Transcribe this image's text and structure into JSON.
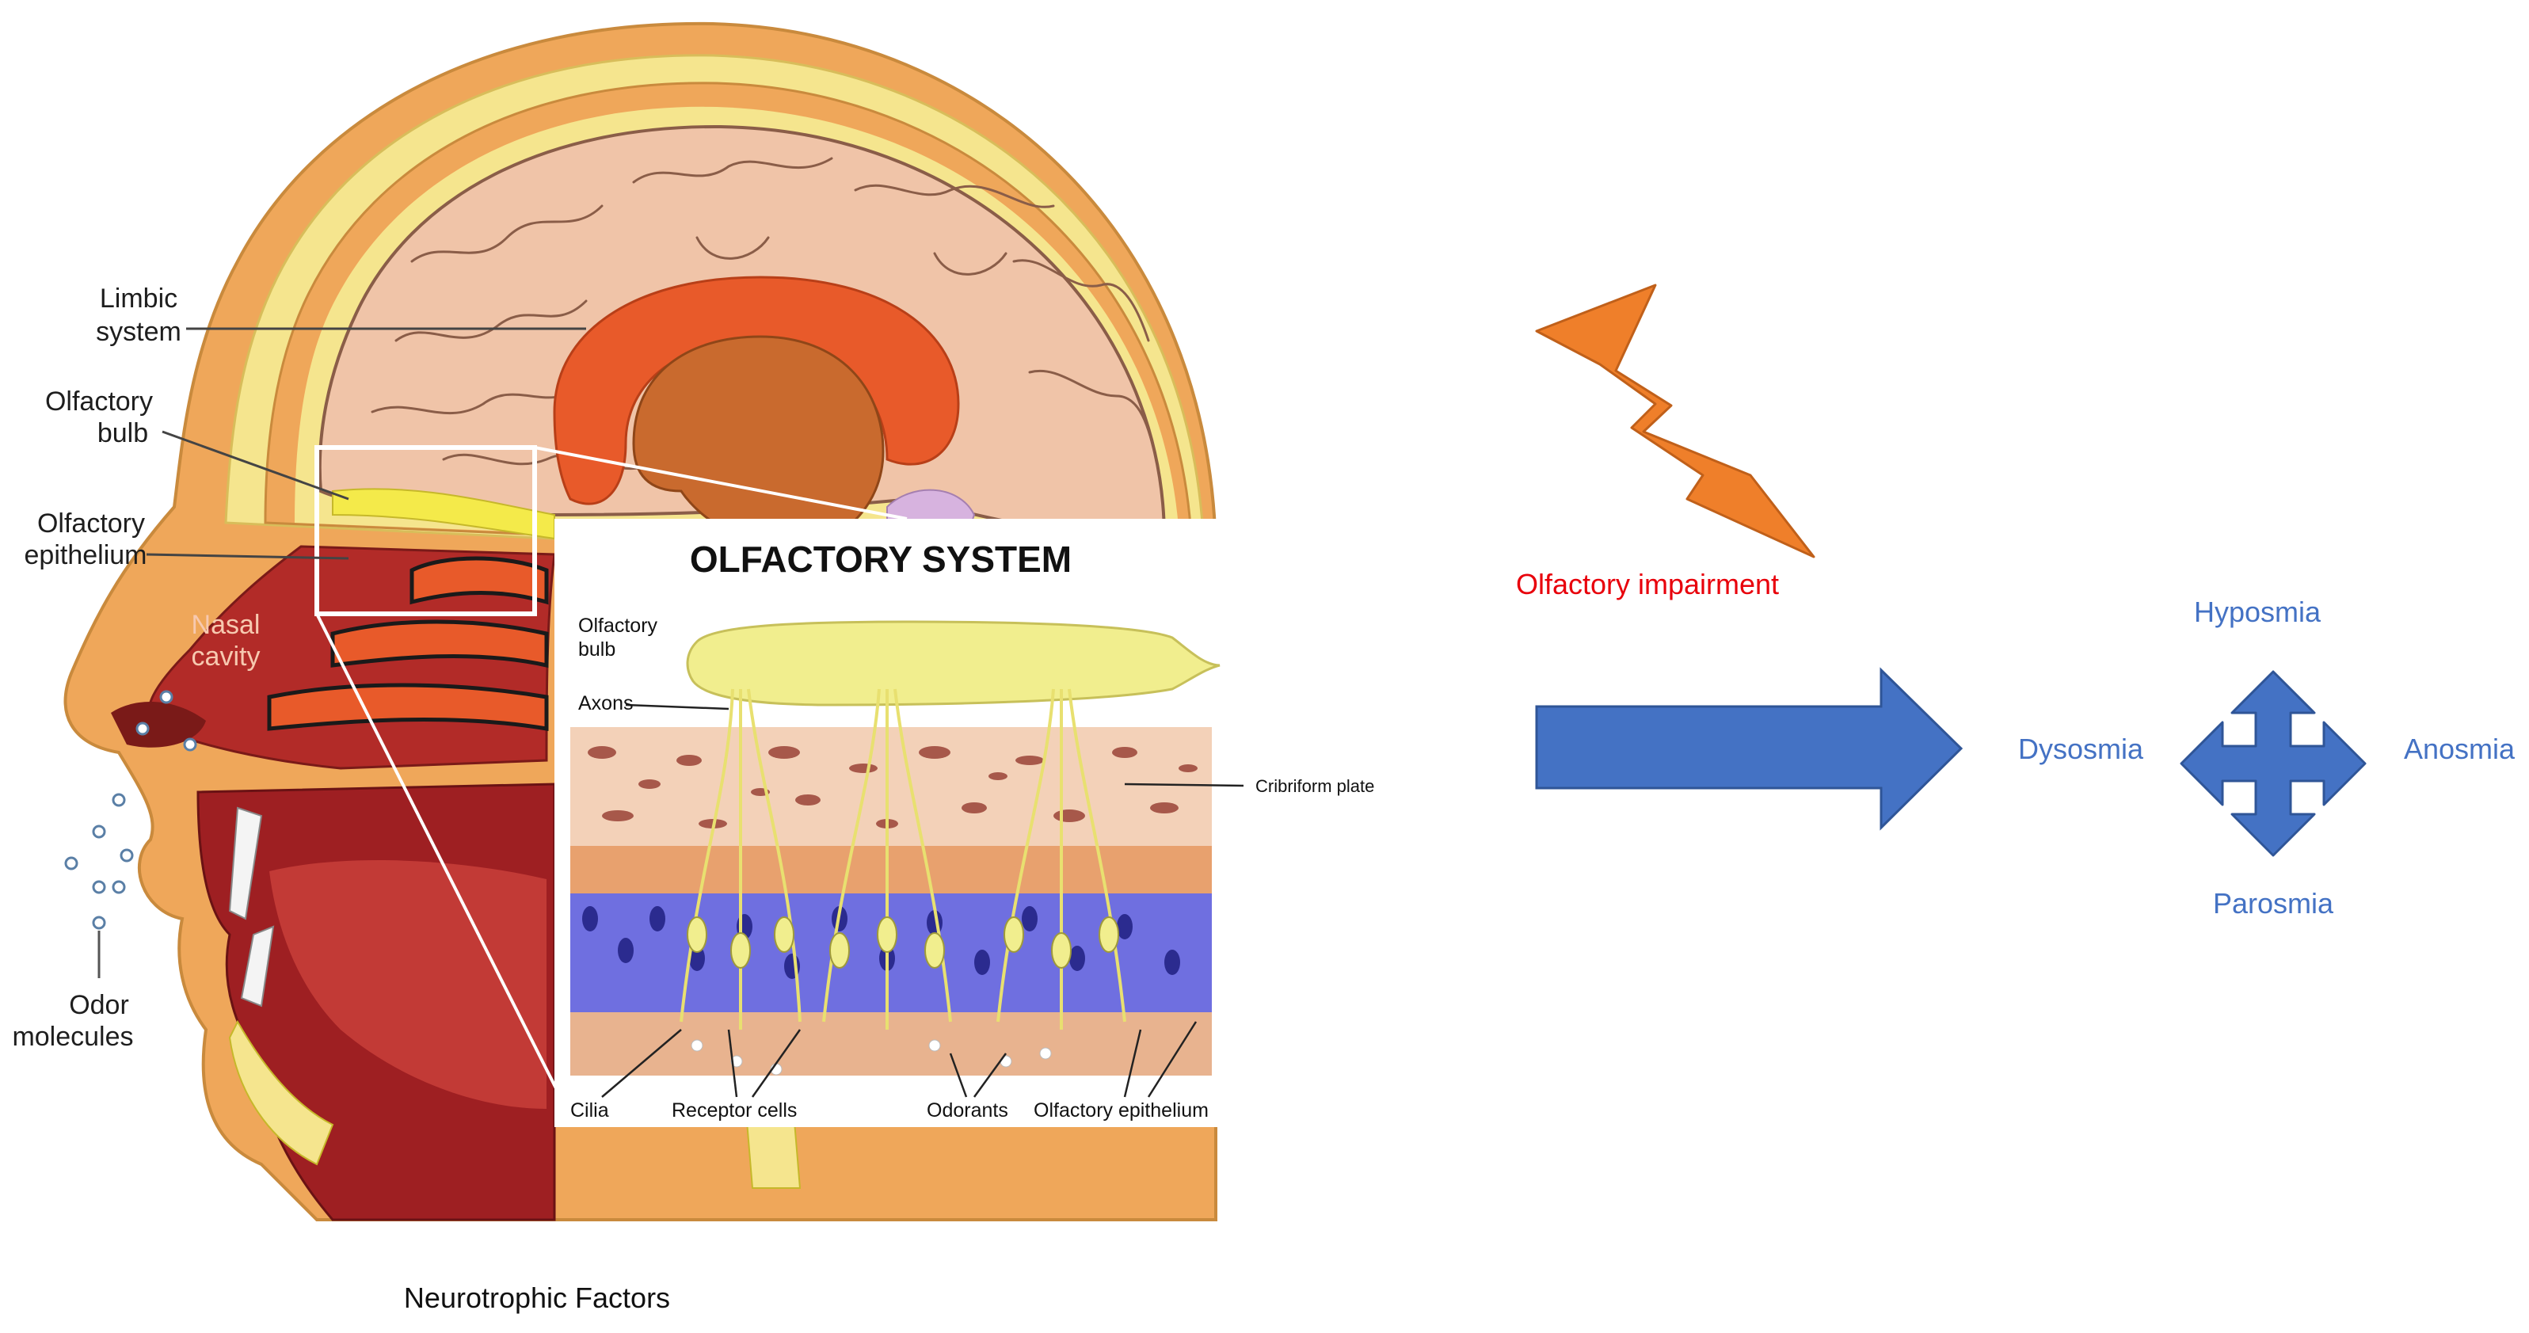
{
  "head_labels": {
    "limbic_line1": "Limbic",
    "limbic_line2": "system",
    "bulb_line1": "Olfactory",
    "bulb_line2": "bulb",
    "epithelium_line1": "Olfactory",
    "epithelium_line2": "epithelium",
    "nasal_line1": "Nasal",
    "nasal_line2": "cavity",
    "odor_line1": "Odor",
    "odor_line2": "molecules"
  },
  "inset": {
    "title": "OLFACTORY SYSTEM",
    "bulb_line1": "Olfactory",
    "bulb_line2": "bulb",
    "axons": "Axons",
    "cribriform": "Cribriform plate",
    "cilia": "Cilia",
    "receptor_cells": "Receptor cells",
    "odorants": "Odorants",
    "epithelium": "Olfactory epithelium"
  },
  "impairment": {
    "label": "Olfactory impairment",
    "hyposmia": "Hyposmia",
    "dysosmia": "Dysosmia",
    "anosmia": "Anosmia",
    "parosmia": "Parosmia"
  },
  "footer": "Neurotrophic Factors",
  "colors": {
    "skull_orange": "#efa75a",
    "skin_yellow": "#f5e58e",
    "brain_pink": "#f0c4a8",
    "limbic_red": "#e85a2a",
    "cavity_red": "#b22b28",
    "bolt_orange": "#ef7f2a",
    "arrow_blue": "#4472c4",
    "impairment_red": "#e8000b",
    "label_blue": "#4472c4"
  }
}
